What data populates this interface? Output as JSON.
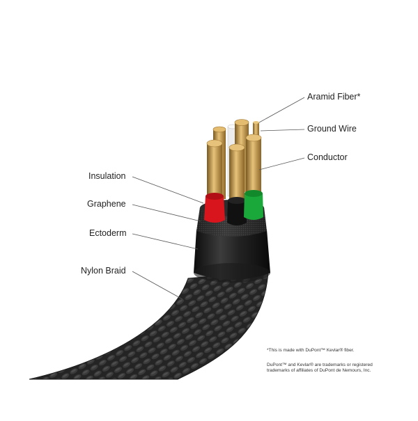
{
  "labels": {
    "aramid_fiber": "Aramid Fiber*",
    "ground_wire": "Ground Wire",
    "conductor": "Conductor",
    "insulation": "Insulation",
    "graphene": "Graphene",
    "ectoderm": "Ectoderm",
    "nylon_braid": "Nylon Braid"
  },
  "footnotes": {
    "kevlar": "*This is made with DuPont™ Kevlar® fiber.",
    "trademark_line1": "DuPont™ and Kevlar® are trademarks or registered",
    "trademark_line2": "trademarks of affiliates of DuPont de Nemours, Inc."
  },
  "colors": {
    "insulation_red": "#d8151c",
    "insulation_black": "#111111",
    "insulation_green": "#1aa83a",
    "insulation_white": "#f2f2f2",
    "copper": "#c8a15a",
    "braid": "#2a2a2a",
    "leader_line": "#555555"
  }
}
